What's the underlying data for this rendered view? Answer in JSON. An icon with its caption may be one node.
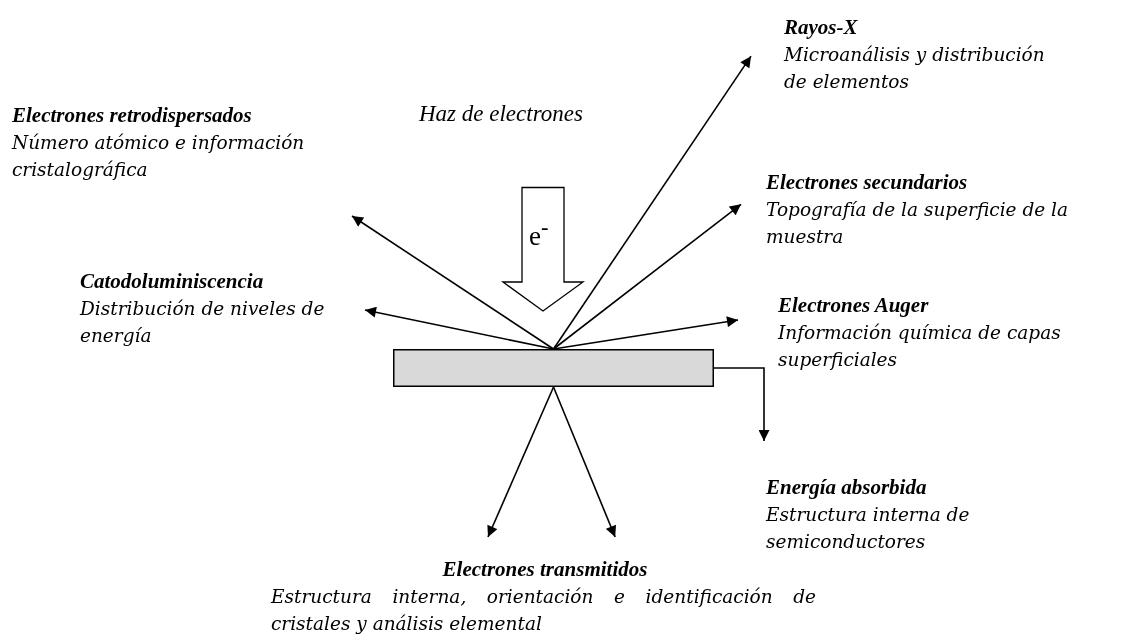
{
  "diagram": {
    "nodes": [
      {
        "text": [
          "e$^{-}$"
        ],
        "beside": [
          "Haz de electrones"
        ]
      },
      {
        "text": [],
        "shape": "bar"
      },
      {
        "text": [
          "Rayos-X",
          "Microanálisis y distribución de elementos"
        ]
      },
      {
        "text": [
          "Electrones retrodispersados",
          "Número atómico e información cristalográfica"
        ]
      },
      {
        "text": [
          "Electrones secundarios",
          "Topografía de la superficie de la muestra"
        ]
      },
      {
        "text": [
          "Catodoluminiscencia",
          "Distribución de niveles de energía"
        ]
      },
      {
        "text": [
          "Electrones Auger",
          "Información química de capas superficiales"
        ]
      },
      {
        "text": [
          "Energía absorbida",
          "Estructura interna de semiconductores"
        ]
      },
      {
        "text": [
          "Electrones transmitidos",
          "Estructura interna, orientación e identificación de cristales y análisis elemental"
        ]
      }
    ],
    "edges": [
      {
        "from": 1,
        "to": 3,
        "arrow": "to"
      },
      {
        "from": 1,
        "to": 2,
        "arrow": "to"
      },
      {
        "from": 1,
        "to": 4,
        "arrow": "to"
      },
      {
        "from": 1,
        "to": 5,
        "arrow": "to"
      },
      {
        "from": 1,
        "to": 6,
        "arrow": "to"
      },
      {
        "from": 1,
        "to": 7,
        "arrow": "to"
      },
      {
        "from": 1,
        "to": 8,
        "arrow": "to"
      },
      {
        "from": 1,
        "to": 8,
        "arrow": "to"
      }
    ]
  }
}
